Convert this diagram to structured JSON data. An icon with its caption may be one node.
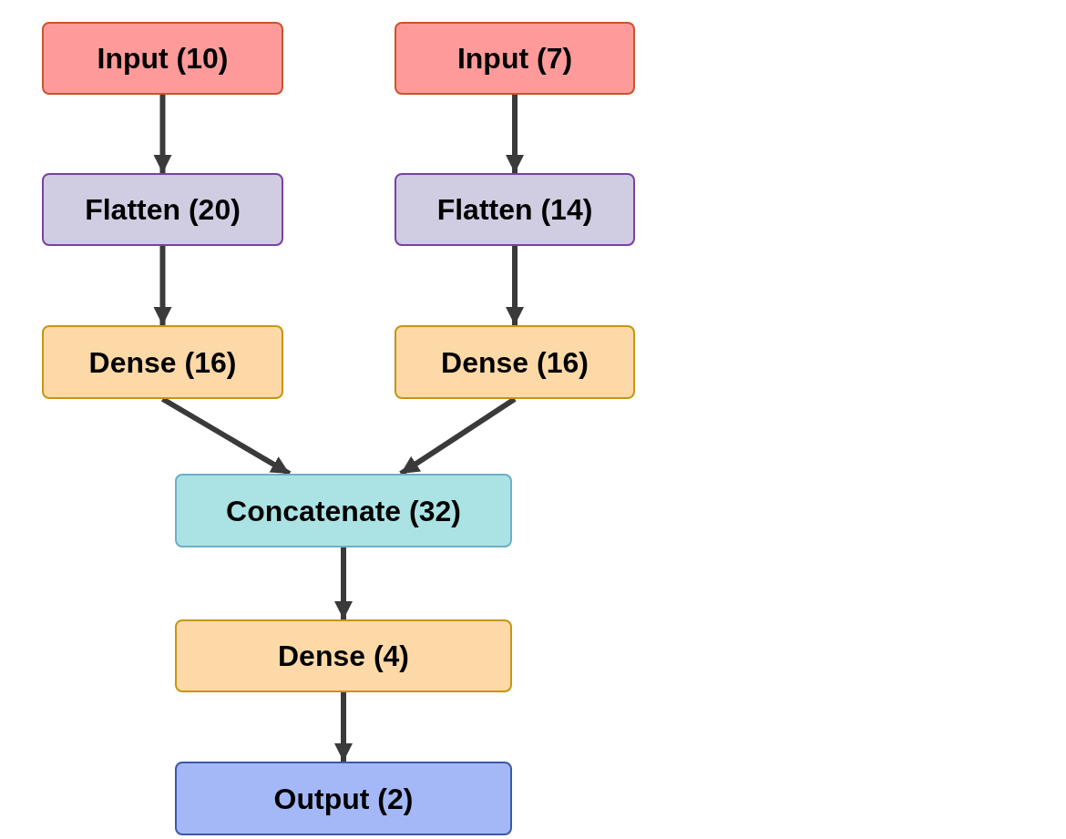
{
  "diagram": {
    "nodes": [
      {
        "text": [
          "Input (10)"
        ]
      },
      {
        "text": [
          "Input (7)"
        ]
      },
      {
        "text": [
          "Flatten (20)"
        ]
      },
      {
        "text": [
          "Flatten (14)"
        ]
      },
      {
        "text": [
          "Dense (16)"
        ]
      },
      {
        "text": [
          "Dense (16)"
        ]
      },
      {
        "text": [
          "Concatenate (32)"
        ]
      },
      {
        "text": [
          "Dense (4)"
        ]
      },
      {
        "text": [
          "Output (2)"
        ]
      }
    ],
    "edges": [
      {
        "from": 0,
        "to": 2,
        "arrow": "to"
      },
      {
        "from": 1,
        "to": 3,
        "arrow": "to"
      },
      {
        "from": 2,
        "to": 4,
        "arrow": "to"
      },
      {
        "from": 3,
        "to": 5,
        "arrow": "to"
      },
      {
        "from": 4,
        "to": 6,
        "arrow": "to"
      },
      {
        "from": 5,
        "to": 6,
        "arrow": "to"
      },
      {
        "from": 6,
        "to": 7,
        "arrow": "to"
      },
      {
        "from": 7,
        "to": 8,
        "arrow": "to"
      }
    ]
  }
}
